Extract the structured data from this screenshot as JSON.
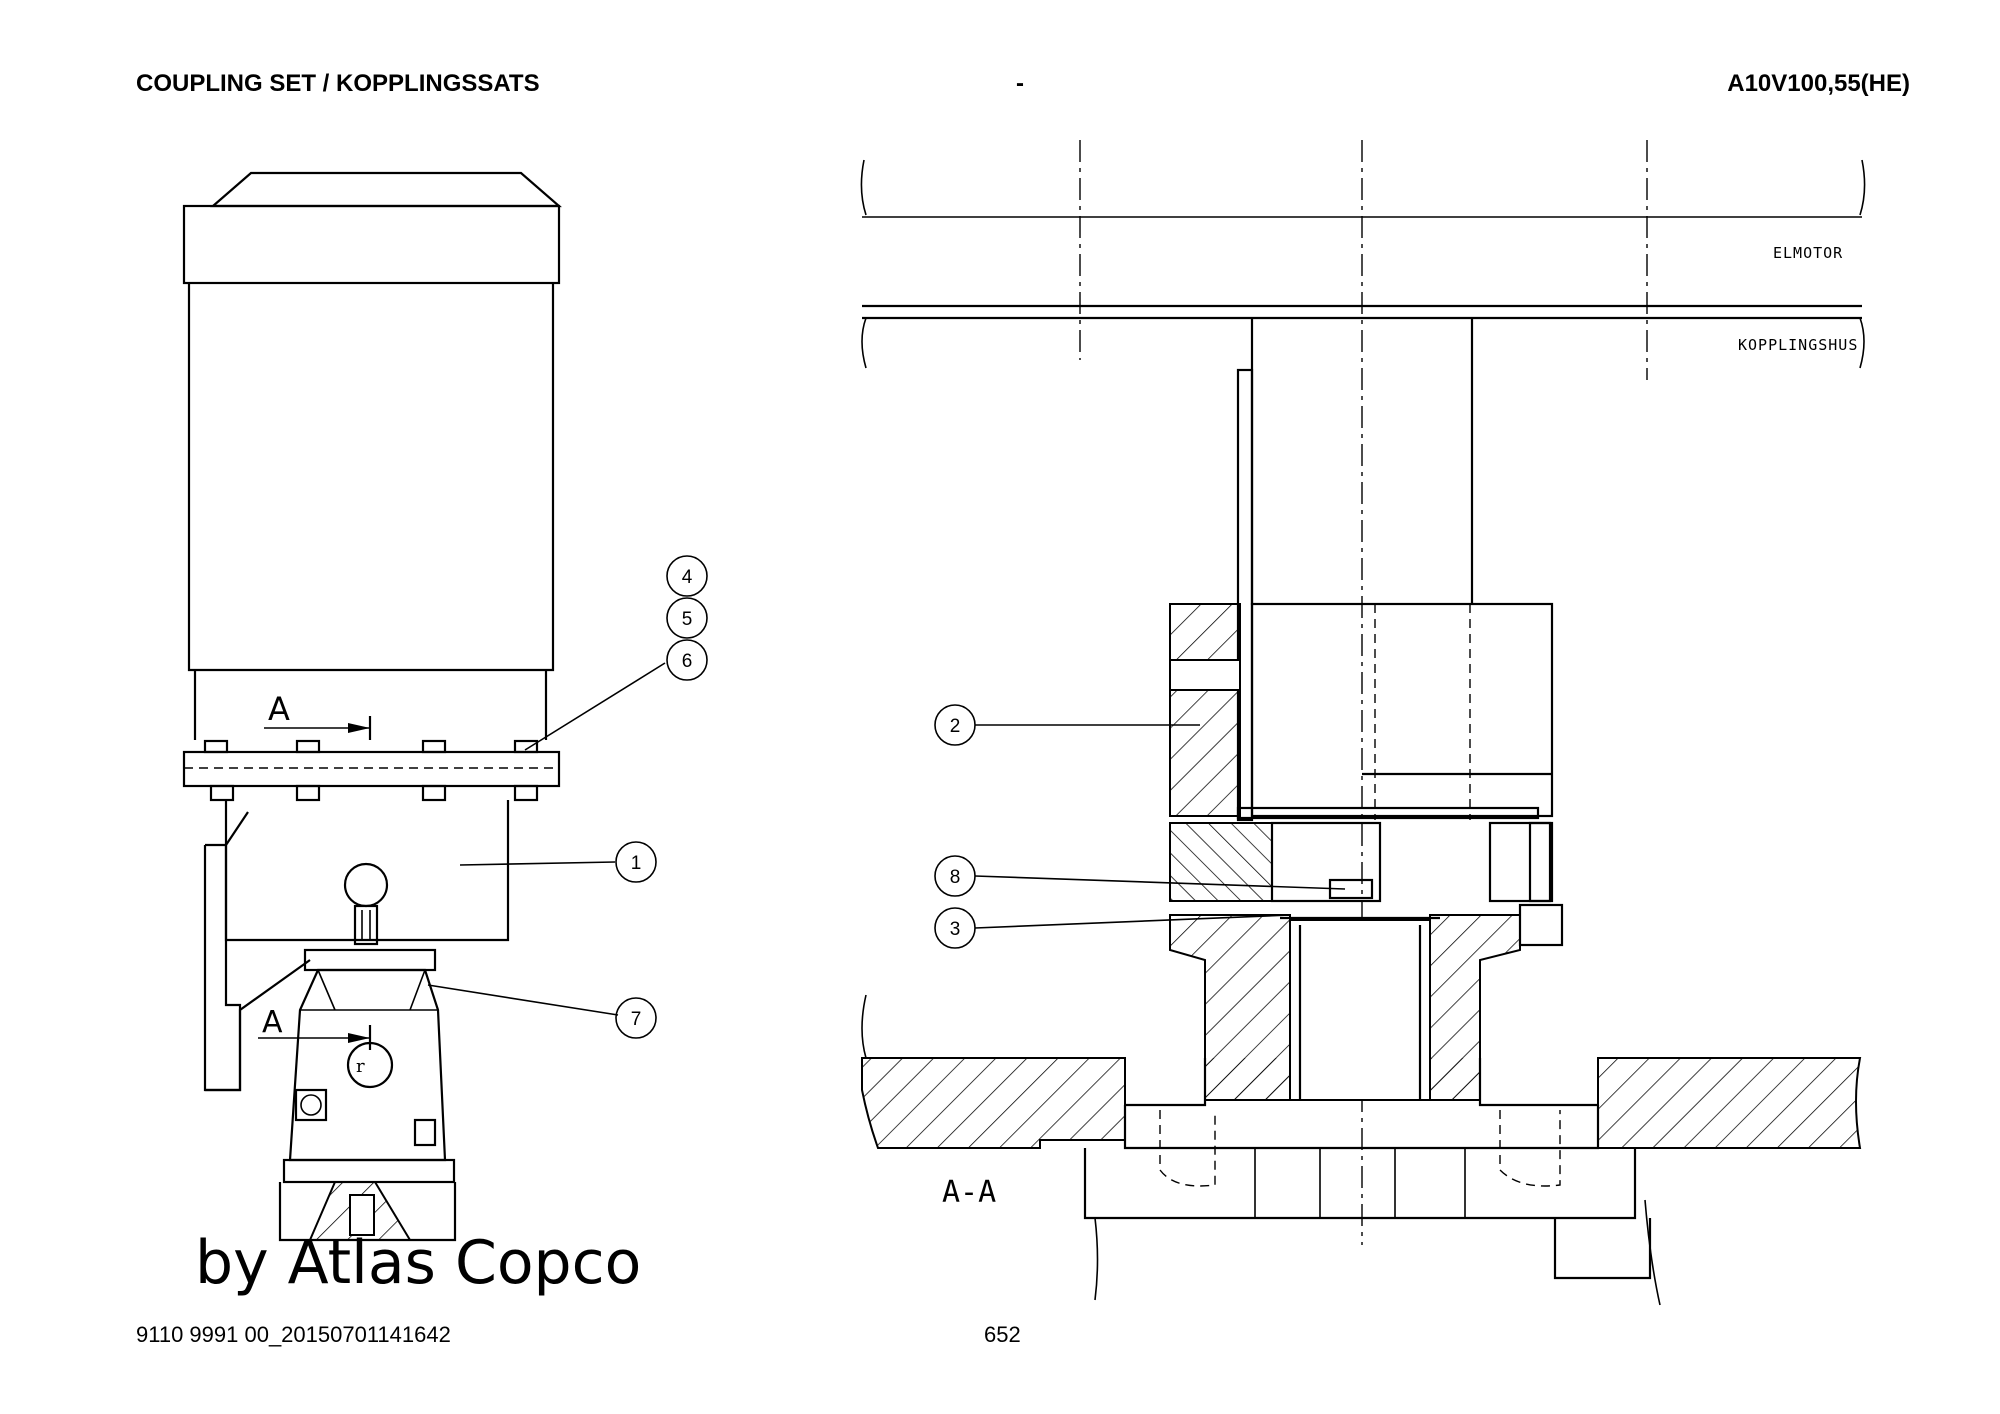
{
  "header": {
    "title": "COUPLING SET / KOPPLINGSSATS",
    "separator": "-",
    "model": "A10V100,55(HE)"
  },
  "footer": {
    "doc_id": "9110 9991 00_20150701141642",
    "page_number": "652"
  },
  "drawing": {
    "balloons": [
      "1",
      "2",
      "3",
      "4",
      "5",
      "6",
      "7",
      "8"
    ],
    "section_marker": "A",
    "section_label": "A-A",
    "label_motor": "ELMOTOR",
    "label_housing": "KOPPLINGSHUS",
    "watermark": "by Atlas Copco"
  }
}
